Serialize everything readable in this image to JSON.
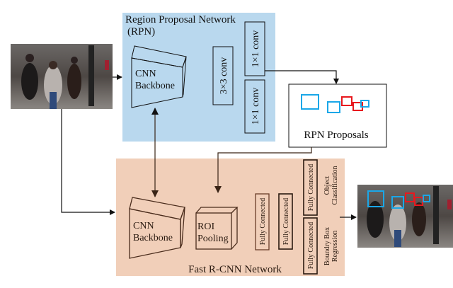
{
  "colors": {
    "rpn_bg": "#b9d8ee",
    "fast_rcnn_bg": "#f1cfb9",
    "proposal_blue": "#1aa7e8",
    "proposal_red": "#e8181e",
    "fast_rcnn_stroke": "#4a2c1c"
  },
  "rpn": {
    "title_line1": "Region Proposal Network",
    "title_line2": "(RPN)",
    "backbone_line1": "CNN",
    "backbone_line2": "Backbone",
    "conv3": "3×3 conv",
    "conv1_top": "1×1 conv",
    "conv1_bottom": "1×1 conv"
  },
  "proposals": {
    "label": "RPN Proposals"
  },
  "fast_rcnn": {
    "title": "Fast R-CNN Network",
    "backbone_line1": "CNN",
    "backbone_line2": "Backbone",
    "roi_line1": "ROI",
    "roi_line2": "Pooling",
    "fc1": "Fully Connected",
    "fc2": "Fully Connected",
    "fc_cls": "Fully Connected",
    "fc_reg": "Fully Connected",
    "cls_line1": "Object",
    "cls_line2": "Classification",
    "reg_line1": "Boundry Box",
    "reg_line2": "Regression"
  },
  "images": {
    "input": "input-street-photo",
    "output": "output-detections-photo"
  }
}
